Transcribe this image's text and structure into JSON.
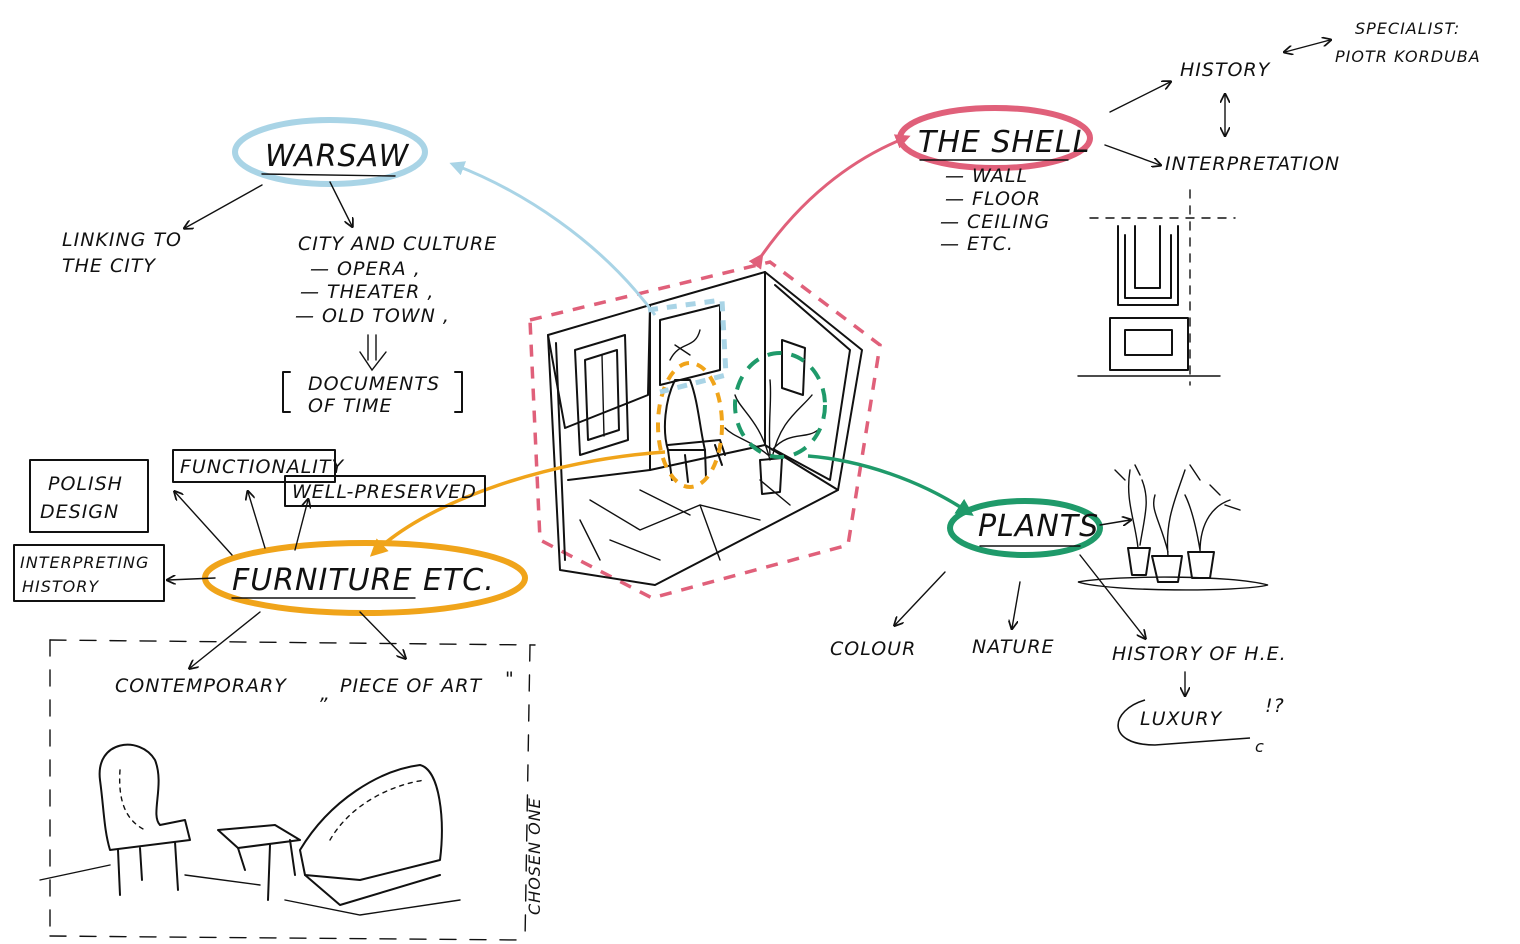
{
  "colors": {
    "ink": "#111111",
    "warsaw_blue": "#a9d4e6",
    "shell_pink": "#e0607a",
    "furniture_orange": "#f0a41a",
    "plants_green": "#1f9a6a",
    "frame_pink": "#e0607a"
  },
  "nodes": {
    "warsaw": {
      "title": "WARSAW",
      "linking": [
        "LINKING TO",
        "THE CITY"
      ],
      "city_culture": [
        "CITY AND CULTURE",
        "— OPERA ,",
        "— THEATER ,",
        "— OLD TOWN ,"
      ],
      "documents": [
        "DOCUMENTS",
        "OF TIME"
      ]
    },
    "shell": {
      "title": "THE SHELL",
      "items": [
        "— WALL",
        "— FLOOR",
        "— CEILING",
        "— ETC."
      ],
      "history": "HISTORY",
      "specialist": [
        "SPECIALIST:",
        "PIOTR KORDUBA"
      ],
      "interpretation": "INTERPRETATION"
    },
    "furniture": {
      "title": "FURNITURE ETC.",
      "boxes": {
        "polish": [
          "POLISH",
          "DESIGN"
        ],
        "functionality": "FUNCTIONALITY",
        "preserved": "WELL-PRESERVED",
        "interpreting": [
          "INTERPRETING",
          "HISTORY"
        ]
      },
      "contemporary": "CONTEMPORARY",
      "piece_of_art": "PIECE OF ART",
      "chosen_one": "CHOSEN ONE"
    },
    "plants": {
      "title": "PLANTS",
      "colour": "COLOUR",
      "nature": "NATURE",
      "history": "HISTORY OF H.E.",
      "luxury": "LUXURY",
      "exclaim": "!?",
      "mark": "c"
    }
  }
}
